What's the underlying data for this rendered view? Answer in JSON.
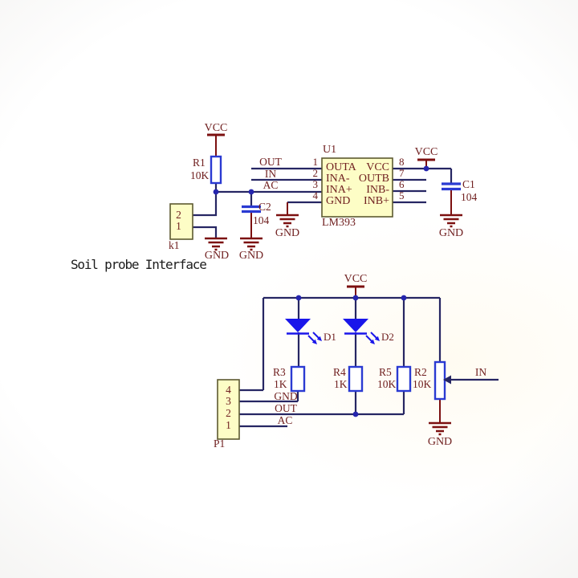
{
  "caption": "Soil probe Interface",
  "colors": {
    "wire": "#262663",
    "dot": "#2525ad",
    "red": "#7c1010",
    "blue": "#2a3ad2",
    "led": "#1a16ea",
    "boxfill": "#fdfdc6",
    "boxborder": "#5d5a30",
    "text": "#702020"
  },
  "nets": {
    "vcc": "VCC",
    "gnd": "GND",
    "out": "OUT",
    "in": "IN",
    "ac": "AC"
  },
  "top": {
    "r1": {
      "ref": "R1",
      "value": "10K"
    },
    "c1": {
      "ref": "C1",
      "value": "104"
    },
    "c2": {
      "ref": "C2",
      "value": "104"
    },
    "k1": {
      "ref": "k1",
      "pin2": "2",
      "pin1": "1"
    },
    "u1": {
      "ref": "U1",
      "part": "LM393",
      "rows": [
        {
          "lnum": "1",
          "left": "OUTA",
          "right": "VCC",
          "rnum": "8"
        },
        {
          "lnum": "2",
          "left": "INA-",
          "right": "OUTB",
          "rnum": "7"
        },
        {
          "lnum": "3",
          "left": "INA+",
          "right": "INB-",
          "rnum": "6"
        },
        {
          "lnum": "4",
          "left": "GND",
          "right": "INB+",
          "rnum": "5"
        }
      ]
    }
  },
  "bottom": {
    "d1": {
      "ref": "D1"
    },
    "d2": {
      "ref": "D2"
    },
    "r3": {
      "ref": "R3",
      "value": "1K"
    },
    "r4": {
      "ref": "R4",
      "value": "1K"
    },
    "r5": {
      "ref": "R5",
      "value": "10K"
    },
    "r2": {
      "ref": "R2",
      "value": "10K"
    },
    "p1": {
      "ref": "P1",
      "pins": [
        "4",
        "3",
        "2",
        "1"
      ]
    }
  }
}
